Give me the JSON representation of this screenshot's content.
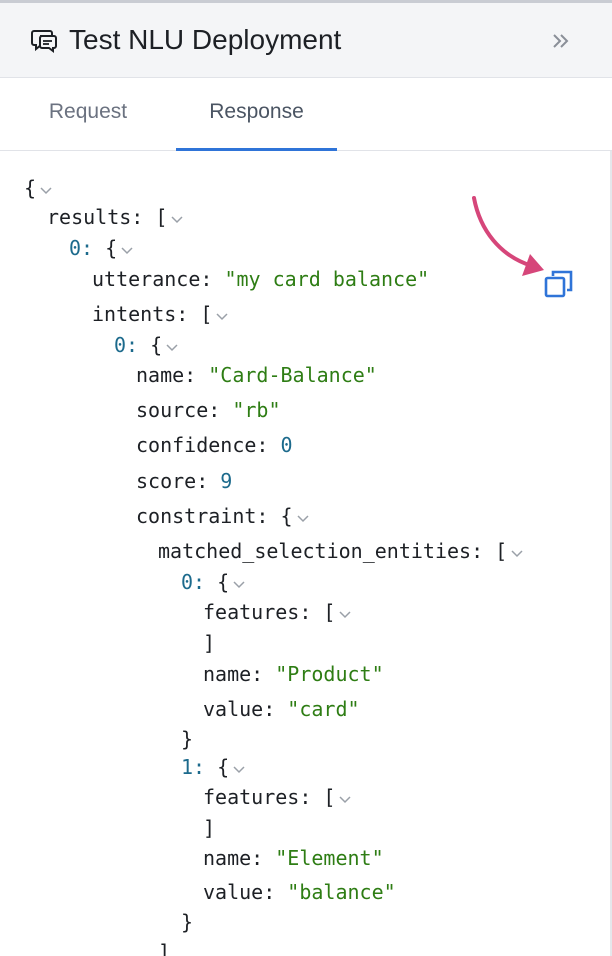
{
  "header": {
    "title": "Test NLU Deployment",
    "icon": "chat-icon",
    "collapse_icon": "double-chevron-right-icon"
  },
  "tabs": [
    {
      "label": "Request",
      "active": false
    },
    {
      "label": "Response",
      "active": true
    }
  ],
  "colors": {
    "accent": "#2f74d8",
    "string": "#2e7d14",
    "number": "#1c6a8c",
    "arrow": "#d6467a"
  },
  "json_view": {
    "root_open": "{",
    "results_key": "results:",
    "results_open": "[",
    "item0_index": "0:",
    "item0_open": "{",
    "utterance_key": "utterance:",
    "utterance_value": "\"my card balance\"",
    "intents_key": "intents:",
    "intents_open": "[",
    "intent0_index": "0:",
    "intent0_open": "{",
    "name_key": "name:",
    "name_value": "\"Card-Balance\"",
    "source_key": "source:",
    "source_value": "\"rb\"",
    "confidence_key": "confidence:",
    "confidence_value": "0",
    "score_key": "score:",
    "score_value": "9",
    "constraint_key": "constraint:",
    "constraint_open": "{",
    "mse_key": "matched_selection_entities:",
    "mse_open": "[",
    "e0_index": "0:",
    "e0_open": "{",
    "e0_features_key": "features:",
    "e0_features_open": "[",
    "e0_features_close": "]",
    "e0_name_key": "name:",
    "e0_name_value": "\"Product\"",
    "e0_value_key": "value:",
    "e0_value_value": "\"card\"",
    "e0_close": "}",
    "e1_index": "1:",
    "e1_open": "{",
    "e1_features_key": "features:",
    "e1_features_open": "[",
    "e1_features_close": "]",
    "e1_name_key": "name:",
    "e1_name_value": "\"Element\"",
    "e1_value_key": "value:",
    "e1_value_value": "\"balance\"",
    "e1_close": "}",
    "mse_close": "]"
  },
  "copy_icon": "copy-icon"
}
